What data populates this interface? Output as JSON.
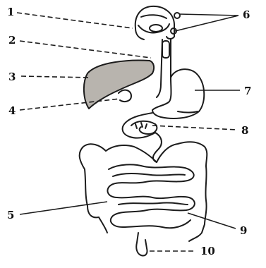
{
  "labels": {
    "l1": "1",
    "l2": "2",
    "l3": "3",
    "l4": "4",
    "l5": "5",
    "l6": "6",
    "l7": "7",
    "l8": "8",
    "l9": "9",
    "l10": "10"
  },
  "colors": {
    "line": "#1c1c1c",
    "liver_fill": "#b8b4ae",
    "background": "#ffffff"
  }
}
